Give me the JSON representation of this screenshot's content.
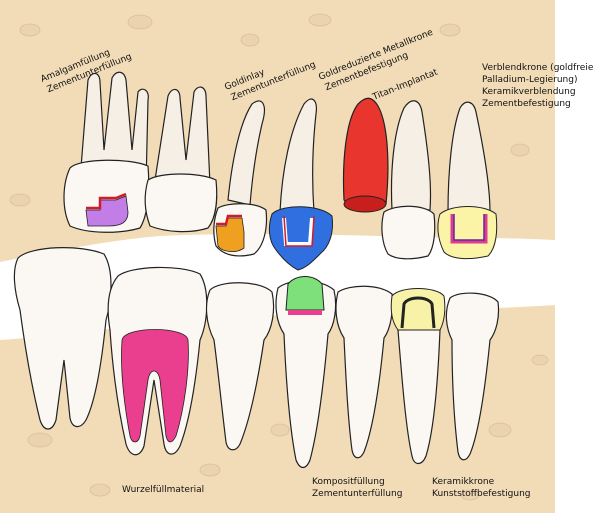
{
  "labels": {
    "amalgam": [
      "Amalgamfüllung",
      "Zementunterfüllung"
    ],
    "goldinlay": [
      "Goldinlay",
      "Zementunterfüllung"
    ],
    "goldcrown": [
      "Goldreduzierte Metallkrone",
      "Zementbefestigung"
    ],
    "implant": [
      "Titan-Implantat"
    ],
    "veneer": [
      "Verblendkrone (goldfreie",
      "Palladium-Legierung)",
      "Keramikverblendung",
      "Zementbefestigung"
    ],
    "rootfill": [
      "Wurzelfüllmaterial"
    ],
    "composite": [
      "Kompositfüllung",
      "Zementunterfüllung"
    ],
    "ceramic": [
      "Keramikkrone",
      "Kunststoffbefestigung"
    ]
  },
  "colors": {
    "gum": "#f2dcb8",
    "amalgam": "#c27de6",
    "gold": "#f0a020",
    "metalcrown": "#2f6fe0",
    "implant": "#e8352e",
    "veneer": "#fbf3a6",
    "rootfill": "#ea3f8e",
    "composite": "#7ee07a",
    "ceramic": "#f8f1a8",
    "cement": "#d21b2a"
  }
}
